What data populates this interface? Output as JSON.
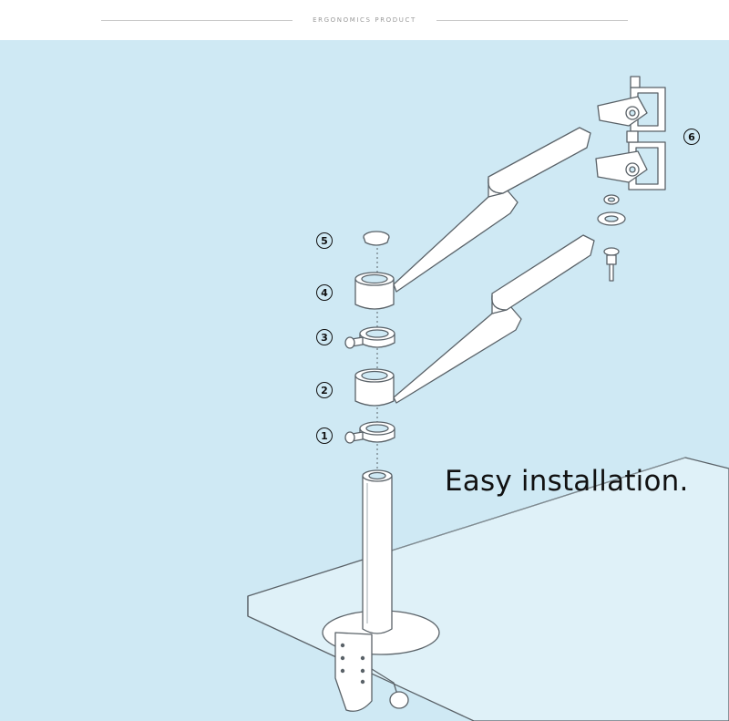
{
  "header": {
    "title": "ERGONOMICS PRODUCT"
  },
  "illustration": {
    "subject": "monitor-arm-exploded-diagram"
  },
  "callouts": [
    "1",
    "2",
    "3",
    "4",
    "5",
    "6"
  ],
  "caption": "Easy installation.",
  "colors": {
    "background": "#cfe9f4",
    "line": "#5a6268",
    "part": "#ffffff"
  }
}
